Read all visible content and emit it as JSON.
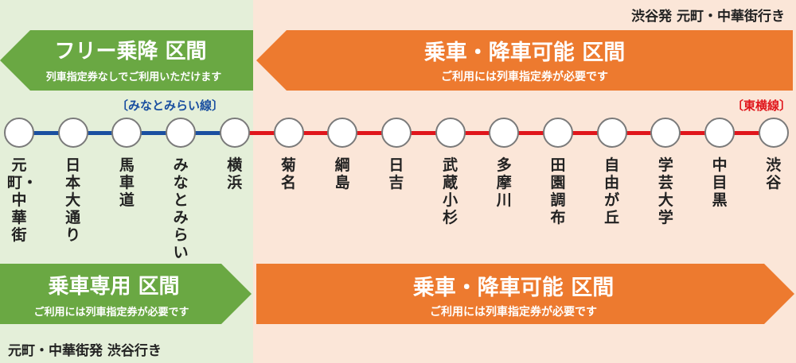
{
  "direction_top": "渋谷発 元町・中華街行き",
  "direction_bottom": "元町・中華街発 渋谷行き",
  "top_left_arrow": {
    "title": "フリー乗降 区間",
    "subtitle": "列車指定券なしでご利用いただけます"
  },
  "top_right_arrow": {
    "title": "乗車・降車可能 区間",
    "subtitle": "ご利用には列車指定券が必要です"
  },
  "bottom_left_arrow": {
    "title": "乗車専用 区間",
    "subtitle": "ご利用には列車指定券が必要です"
  },
  "bottom_right_arrow": {
    "title": "乗車・降車可能 区間",
    "subtitle": "ご利用には列車指定券が必要です"
  },
  "line_minatomirai": "〔みなとみらい線〕",
  "line_toyoko": "〔東横線〕",
  "stations": [
    "元町・中華街",
    "日本大通り",
    "馬車道",
    "みなとみらい",
    "横浜",
    "菊名",
    "綱島",
    "日吉",
    "武蔵小杉",
    "多摩川",
    "田園調布",
    "自由が丘",
    "学芸大学",
    "中目黒",
    "渋谷"
  ],
  "colors": {
    "green": "#6aa843",
    "orange": "#ed7a2f",
    "blue": "#1a4fa0",
    "red": "#e0151b",
    "bg_left": "#e4efd9",
    "bg_right": "#fbe6d8"
  }
}
